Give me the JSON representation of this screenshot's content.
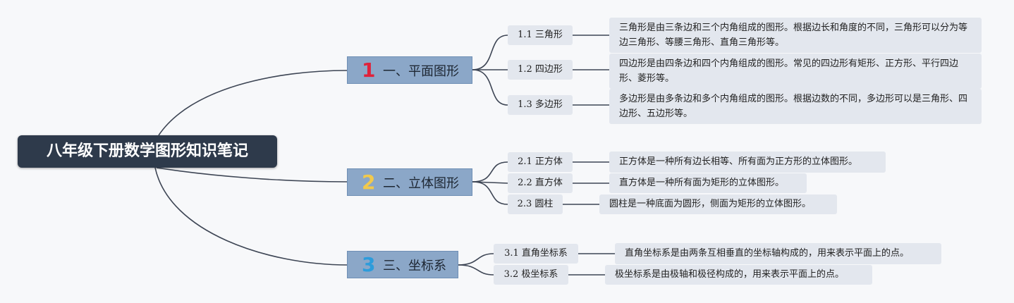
{
  "title": "八年级下册数学图形知识笔记",
  "colors": {
    "num1": "#e0223b",
    "num2": "#f2c94c",
    "num3": "#2d9cdb",
    "line": "#3d4554"
  },
  "branches": [
    {
      "num": "1",
      "label": "一、平面图形",
      "items": [
        {
          "label": "1.1 三角形",
          "desc": "三角形是由三条边和三个内角组成的图形。根据边长和角度的不同，三角形可以分为等边三角形、等腰三角形、直角三角形等。"
        },
        {
          "label": "1.2 四边形",
          "desc": "四边形是由四条边和四个内角组成的图形。常见的四边形有矩形、正方形、平行四边形、菱形等。"
        },
        {
          "label": "1.3 多边形",
          "desc": "多边形是由多条边和多个内角组成的图形。根据边数的不同，多边形可以是三角形、四边形、五边形等。"
        }
      ]
    },
    {
      "num": "2",
      "label": "二、立体图形",
      "items": [
        {
          "label": "2.1 正方体",
          "desc": "正方体是一种所有边长相等、所有面为正方形的立体图形。"
        },
        {
          "label": "2.2 直方体",
          "desc": "直方体是一种所有面为矩形的立体图形。"
        },
        {
          "label": "2.3 圆柱",
          "desc": "圆柱是一种底面为圆形，侧面为矩形的立体图形。"
        }
      ]
    },
    {
      "num": "3",
      "label": "三、坐标系",
      "items": [
        {
          "label": "3.1 直角坐标系",
          "desc": "直角坐标系是由两条互相垂直的坐标轴构成的，用来表示平面上的点。"
        },
        {
          "label": "3.2 极坐标系",
          "desc": "极坐标系是由极轴和极径构成的，用来表示平面上的点。"
        }
      ]
    }
  ]
}
